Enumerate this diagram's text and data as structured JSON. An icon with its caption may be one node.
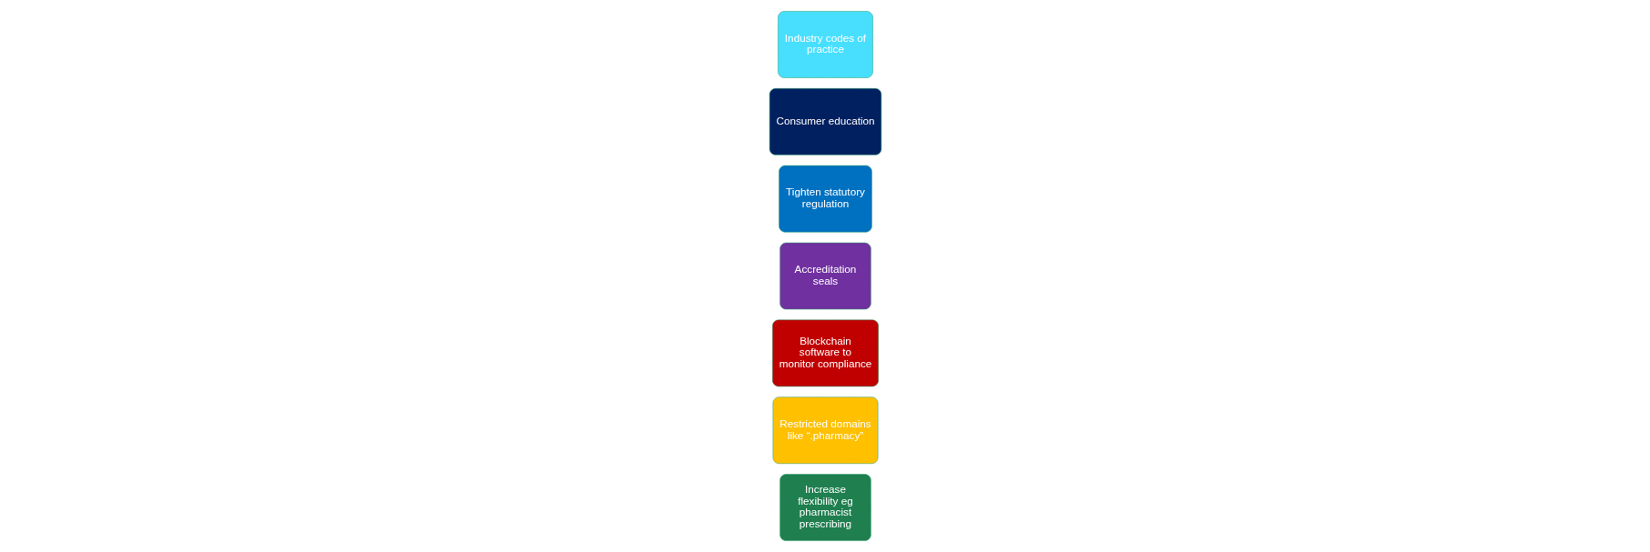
{
  "diagram": {
    "nodes": [
      {
        "text": [
          "Increase flexibility eg pharmacist prescribing"
        ]
      },
      {
        "text": [
          "Restricted domains like “.pharmacy”"
        ]
      },
      {
        "text": [
          "Blockchain software to monitor compliance"
        ]
      },
      {
        "text": [
          "Accreditation seals"
        ]
      },
      {
        "text": [
          "Tighten statutory regulation"
        ]
      },
      {
        "text": [
          "Consumer education"
        ]
      },
      {
        "text": [
          "Industry codes of practice"
        ]
      }
    ]
  }
}
